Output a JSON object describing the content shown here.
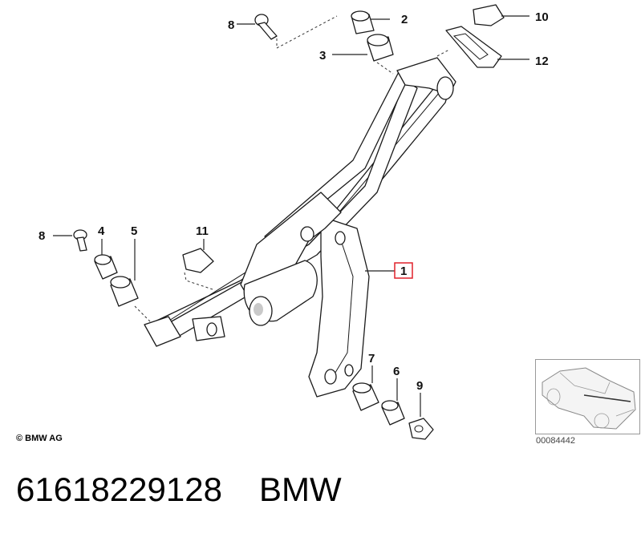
{
  "callouts": {
    "c1": "1",
    "c2": "2",
    "c3": "3",
    "c4": "4",
    "c5": "5",
    "c6": "6",
    "c7": "7",
    "c8a": "8",
    "c8b": "8",
    "c9": "9",
    "c10": "10",
    "c11": "11",
    "c12": "12"
  },
  "highlight_callout": "1",
  "colors": {
    "highlight": "#e0202a",
    "line": "#1a1a1a",
    "shade": "#c9c9c9"
  },
  "copyright": "© BMW AG",
  "thumbnail_id": "00084442",
  "part_number": "61618229128",
  "brand": "BMW"
}
